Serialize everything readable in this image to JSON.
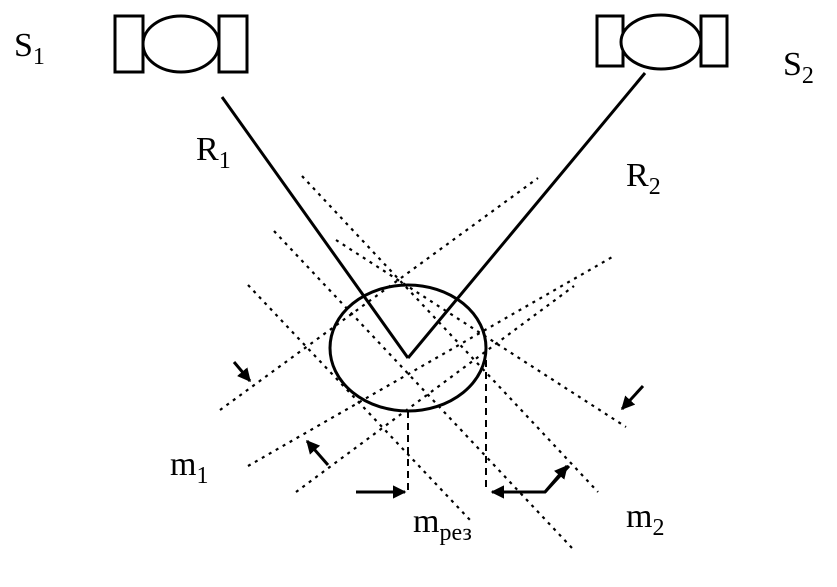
{
  "satellites": [
    {
      "label": "S",
      "sub": "1"
    },
    {
      "label": "S",
      "sub": "2"
    }
  ],
  "ranges": [
    {
      "label": "R",
      "sub": "1"
    },
    {
      "label": "R",
      "sub": "2"
    }
  ],
  "errors": [
    {
      "label": "m",
      "sub": "1"
    },
    {
      "label": "m",
      "sub": "2"
    },
    {
      "label": "m",
      "sub": "рез"
    }
  ],
  "colors": {
    "ink": "#000000",
    "background": "#ffffff"
  }
}
